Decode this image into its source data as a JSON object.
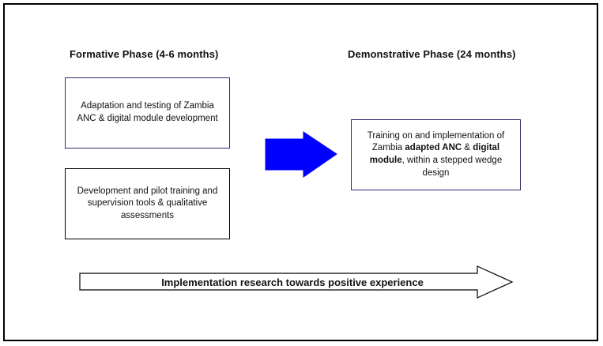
{
  "formative": {
    "title": "Formative Phase (4-6 months)",
    "box1": "Adaptation and testing of Zambia ANC & digital module development",
    "box2": "Development and pilot training and supervision tools & qualitative assessments"
  },
  "demonstrative": {
    "title": "Demonstrative Phase (24 months)",
    "box": {
      "part1": "Training on and implementation of Zambia ",
      "bold1": "adapted ANC",
      "part2": " & ",
      "bold2": "digital module",
      "part3": ", within a stepped wedge design"
    }
  },
  "bottom_arrow_label": "Implementation research towards positive experience",
  "colors": {
    "big_arrow": "#0000ff",
    "box_border_navy": "#2a2a6e",
    "box_border_black": "#000000"
  }
}
